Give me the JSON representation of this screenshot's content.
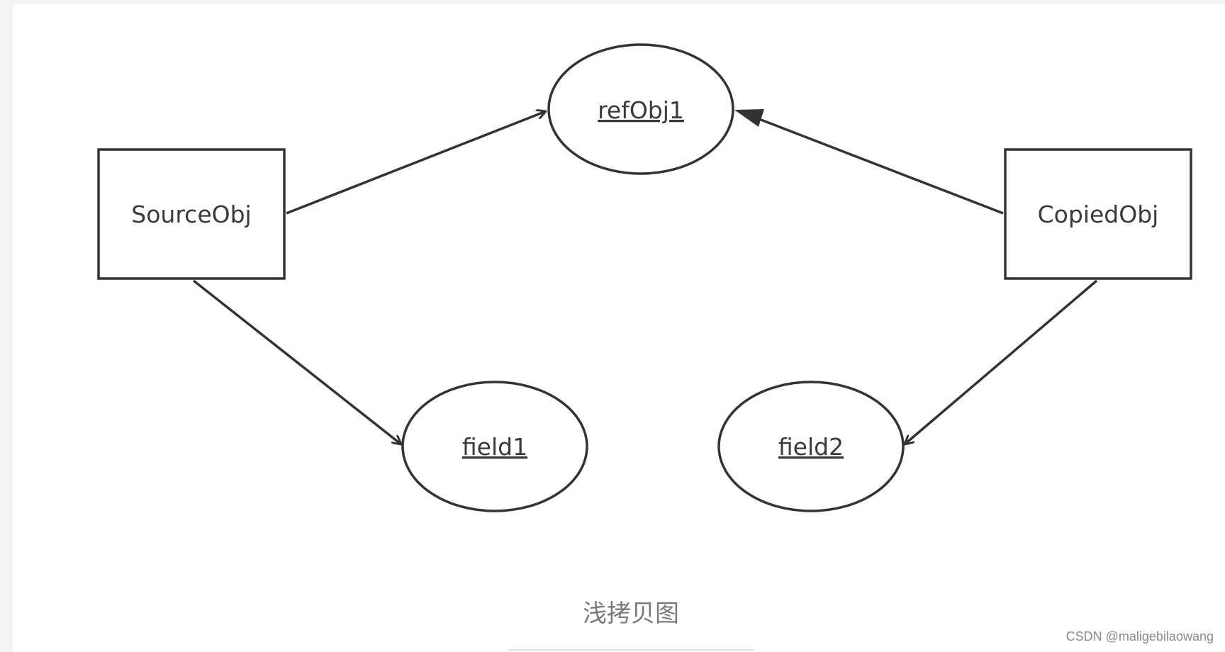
{
  "diagram": {
    "nodes": {
      "source": {
        "label": "SourceObj",
        "shape": "rectangle"
      },
      "copied": {
        "label": "CopiedObj",
        "shape": "rectangle"
      },
      "ref": {
        "label": "refObj1",
        "shape": "ellipse"
      },
      "field1": {
        "label": "field1",
        "shape": "ellipse"
      },
      "field2": {
        "label": "field2",
        "shape": "ellipse"
      }
    },
    "edges": [
      {
        "from": "SourceObj",
        "to": "refObj1",
        "arrow": "open"
      },
      {
        "from": "CopiedObj",
        "to": "refObj1",
        "arrow": "filled"
      },
      {
        "from": "SourceObj",
        "to": "field1",
        "arrow": "open"
      },
      {
        "from": "CopiedObj",
        "to": "field2",
        "arrow": "open"
      }
    ],
    "caption": "浅拷贝图",
    "stroke_color": "#333333"
  },
  "watermark": "CSDN @maligebilaowang"
}
